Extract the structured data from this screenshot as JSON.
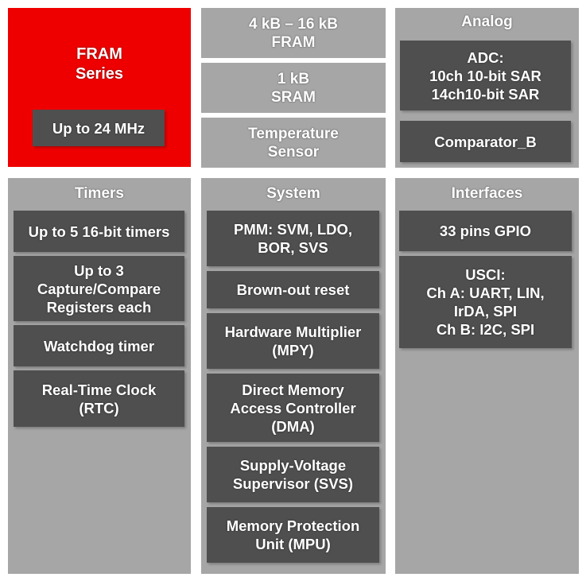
{
  "core": {
    "title": "FRAM\nSeries",
    "speed": "Up to 24 MHz"
  },
  "memory": {
    "fram": "4 kB – 16 kB\nFRAM",
    "sram": "1 kB\nSRAM",
    "temp_sensor": "Temperature\nSensor"
  },
  "analog": {
    "title": "Analog",
    "adc": "ADC:\n10ch 10-bit SAR\n14ch10-bit SAR",
    "comparator": "Comparator_B"
  },
  "timers": {
    "title": "Timers",
    "items": [
      "Up to 5 16-bit timers",
      "Up to 3\nCapture/Compare\nRegisters each",
      "Watchdog timer",
      "Real-Time Clock\n(RTC)"
    ]
  },
  "system": {
    "title": "System",
    "items": [
      "PMM: SVM, LDO,\nBOR, SVS",
      "Brown-out reset",
      "Hardware Multiplier\n(MPY)",
      "Direct Memory\nAccess Controller\n(DMA)",
      "Supply-Voltage\nSupervisor (SVS)",
      "Memory Protection\nUnit (MPU)"
    ]
  },
  "interfaces": {
    "title": "Interfaces",
    "items": [
      "33 pins GPIO",
      "USCI:\nCh A: UART, LIN,\nIrDA, SPI\nCh B: I2C, SPI"
    ]
  },
  "colors": {
    "core": "#ee0000",
    "panel": "#a6a6a6",
    "block": "#4f4f4f",
    "text": "#ffffff"
  }
}
